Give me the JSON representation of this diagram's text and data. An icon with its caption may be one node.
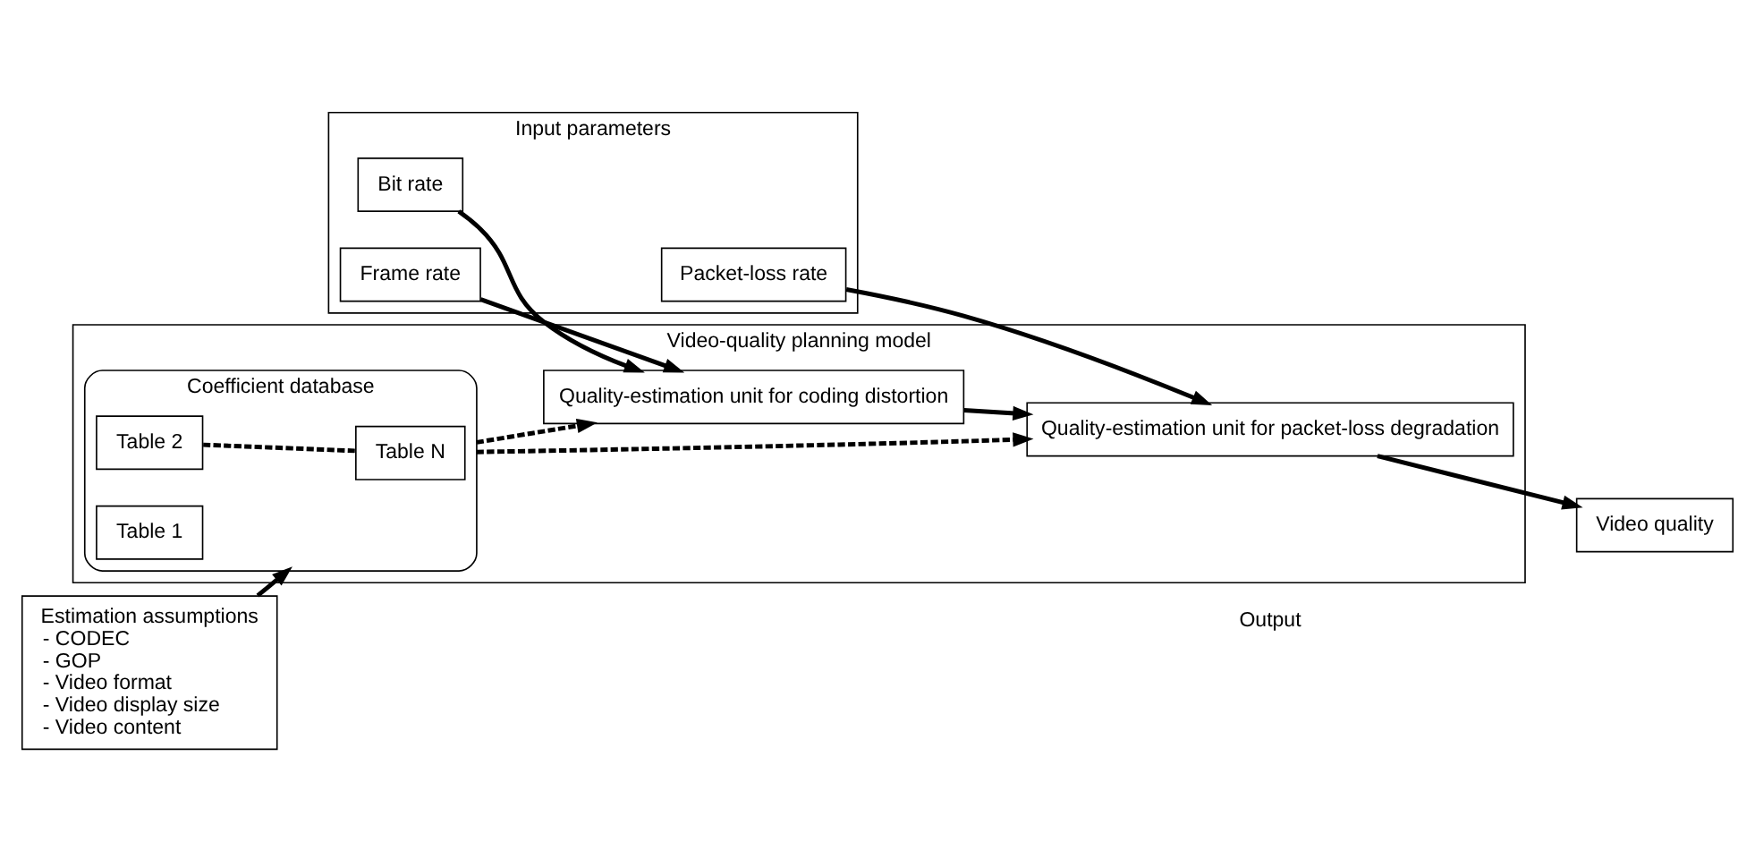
{
  "diagram": {
    "nodes": [
      {
        "text": [
          "Input parameters"
        ]
      },
      {
        "text": [
          "Bit rate"
        ],
        "in": 0
      },
      {
        "text": [
          "Frame rate"
        ],
        "in": 0
      },
      {
        "text": [
          "Packet-loss rate"
        ],
        "in": 0
      },
      {
        "text": [
          "Estimation assumptions",
          "- CODEC",
          "- GOP",
          "- Video format",
          "- Video display size",
          "- Video content"
        ]
      },
      {
        "text": [
          "Video-quality planning model"
        ]
      },
      {
        "text": [
          "Quality-estimation unit for coding distortion"
        ],
        "in": 5
      },
      {
        "text": [
          "Quality-estimation unit for packet-loss degradation"
        ],
        "in": 5
      },
      {
        "text": [
          "Coefficient database"
        ],
        "in": 5
      },
      {
        "text": [
          "Table N"
        ],
        "in": 8
      },
      {
        "text": [
          "Table 2"
        ],
        "in": 8
      },
      {
        "text": [
          "Table 1"
        ],
        "in": 8
      },
      {
        "text": [
          "Video quality"
        ]
      }
    ],
    "edges": [
      {
        "from": 1,
        "to": 6,
        "arrow": "to"
      },
      {
        "from": 2,
        "to": 6,
        "arrow": "to"
      },
      {
        "from": 3,
        "to": 7,
        "arrow": "to"
      },
      {
        "from": 6,
        "to": 7,
        "arrow": "to"
      },
      {
        "from": 7,
        "to": 12,
        "arrow": "to"
      },
      {
        "from": 4,
        "to": 8,
        "arrow": "to"
      },
      {
        "from": 8,
        "to": 6,
        "arrow": "to",
        "style": "dashed"
      },
      {
        "from": 8,
        "to": 7,
        "arrow": "to",
        "style": "dashed"
      },
      {
        "from": 10,
        "to": 9,
        "arrow": "none",
        "style": "dashed"
      }
    ],
    "labels": [
      "Output"
    ]
  }
}
